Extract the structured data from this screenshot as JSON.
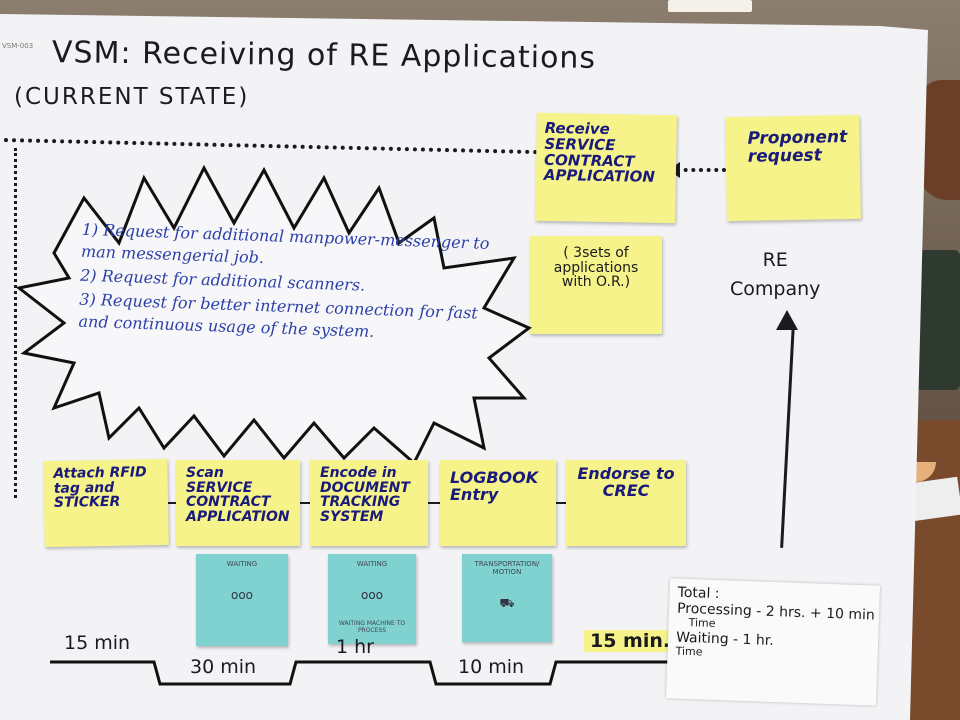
{
  "poster": {
    "corner_note": "VSM-003",
    "title": "VSM: Receiving of RE Applications",
    "subtitle": "(CURRENT STATE)"
  },
  "top_notes": {
    "receive": "Receive SERVICE CONTRACT APPLICATION",
    "proponent": "Proponent request",
    "three_sets": "( 3sets of applications with O.R.)"
  },
  "re_company": {
    "line1": "RE",
    "line2": "Company"
  },
  "burst": {
    "items": [
      "1) Request for additional manpower-messenger to man messengerial job.",
      "2) Request for additional scanners.",
      "3) Request for better internet connection for fast and continuous usage of the system."
    ]
  },
  "steps": [
    {
      "label": "Attach RFID tag and STICKER"
    },
    {
      "label": "Scan SERVICE CONTRACT APPLICATION"
    },
    {
      "label": "Encode in DOCUMENT TRACKING SYSTEM"
    },
    {
      "label": "LOGBOOK Entry"
    },
    {
      "label": "Endorse to CREC"
    }
  ],
  "blue_notes": [
    {
      "title": "WAITING",
      "icon": "ooo",
      "sub": ""
    },
    {
      "title": "WAITING",
      "icon": "ooo",
      "sub": "WAITING MACHINE TO PROCESS"
    },
    {
      "title": "TRANSPORTATION/ MOTION",
      "icon": "⛟",
      "sub": ""
    }
  ],
  "timeline": {
    "t1": "15 min",
    "t2": "30 min",
    "t3": "1 hr",
    "t4": "10 min",
    "t5": "15 min."
  },
  "total": {
    "heading": "Total :",
    "processing": "Processing - 2 hrs. + 10 min",
    "processing_word": "Time",
    "waiting": "Waiting - 1 hr.",
    "waiting_word": "Time"
  }
}
